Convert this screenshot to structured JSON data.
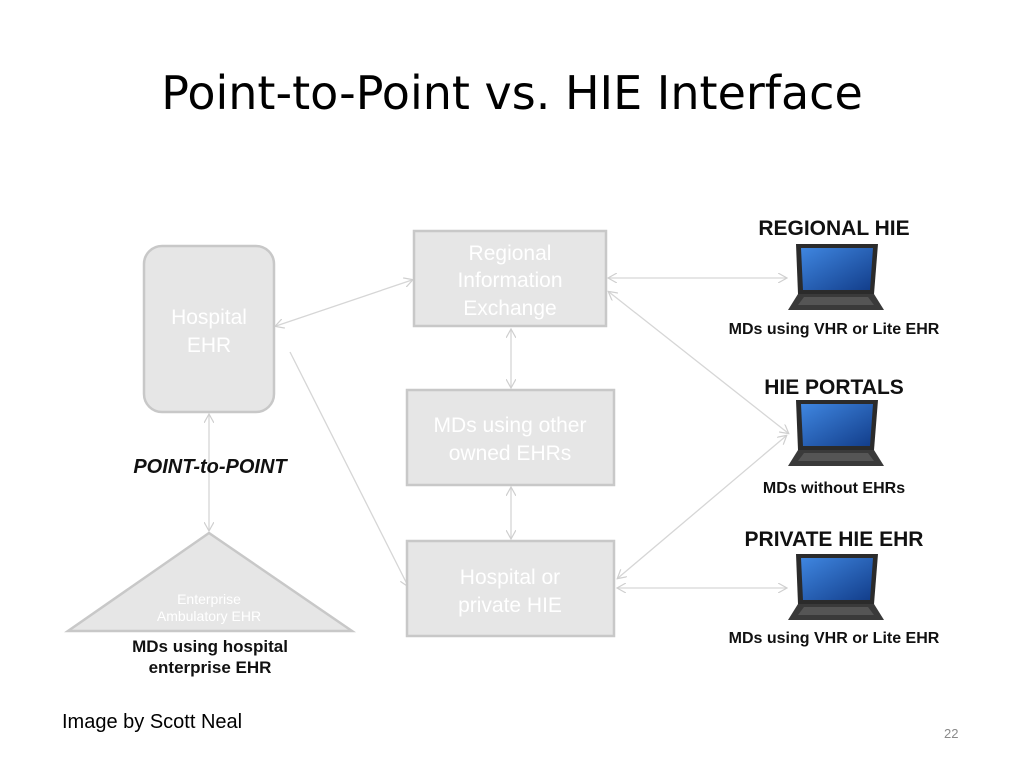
{
  "slide": {
    "title": "Point-to-Point vs. HIE Interface",
    "credit": "Image by Scott Neal",
    "page_number": "22"
  },
  "nodes": {
    "hospital_ehr": [
      "Hospital",
      "EHR"
    ],
    "regional_exchange": [
      "Regional",
      "Information",
      "Exchange"
    ],
    "mds_other": [
      "MDs using other",
      "owned EHRs"
    ],
    "hospital_private": [
      "Hospital or",
      "private HIE"
    ],
    "enterprise": [
      "Enterprise",
      "Ambulatory EHR"
    ]
  },
  "labels": {
    "point_to_point": "POINT-to-POINT",
    "enterprise_caption": [
      "MDs using hospital",
      "enterprise EHR"
    ]
  },
  "endpoints": [
    {
      "heading": "REGIONAL HIE",
      "caption": "MDs using VHR or Lite EHR"
    },
    {
      "heading": "HIE PORTALS",
      "caption": "MDs without EHRs"
    },
    {
      "heading": "PRIVATE HIE EHR",
      "caption": "MDs using VHR or Lite EHR"
    }
  ],
  "colors": {
    "node_fill": "#e6e6e6",
    "node_stroke": "#c8c8c8",
    "arrow": "#d6d6d6",
    "laptop_body": "#2b2b2b",
    "laptop_screen": "#1f5fbf"
  }
}
